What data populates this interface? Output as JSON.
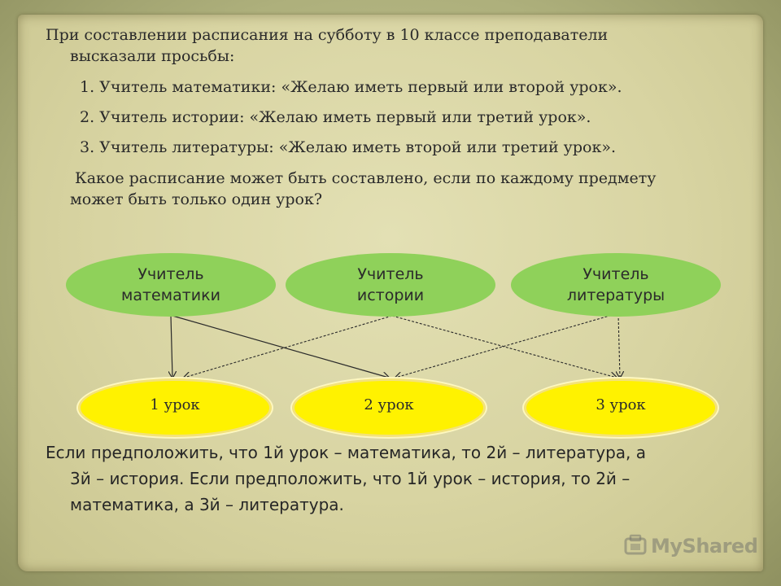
{
  "intro": {
    "line1": "При составлении расписания на субботу в 10 классе преподаватели",
    "line2": "высказали просьбы:"
  },
  "requests": [
    "1. Учитель математики: «Желаю иметь первый или второй урок».",
    "2. Учитель истории: «Желаю иметь первый или третий урок».",
    "3. Учитель литературы: «Желаю иметь второй или третий урок»."
  ],
  "question": {
    "line1": "Какое расписание может быть составлено, если по каждому предмету",
    "line2": "может быть только один урок?"
  },
  "teachers": [
    {
      "line1": "Учитель",
      "line2": "математики"
    },
    {
      "line1": "Учитель",
      "line2": "истории"
    },
    {
      "line1": "Учитель",
      "line2": "литературы"
    }
  ],
  "lessons": [
    "1 урок",
    "2 урок",
    "3 урок"
  ],
  "conclusion": {
    "line1": "Если предположить, что 1й урок – математика, то 2й – литература, а",
    "line2": "3й – история. Если предположить, что 1й урок – история, то 2й –",
    "line3": "математика, а 3й – литература."
  },
  "watermark": {
    "text": "MyShared",
    "icon": "myshared-logo-icon"
  },
  "colors": {
    "teacher_fill": "#8fd15a",
    "lesson_fill": "#fff200",
    "arrow": "#2a2a2a"
  }
}
